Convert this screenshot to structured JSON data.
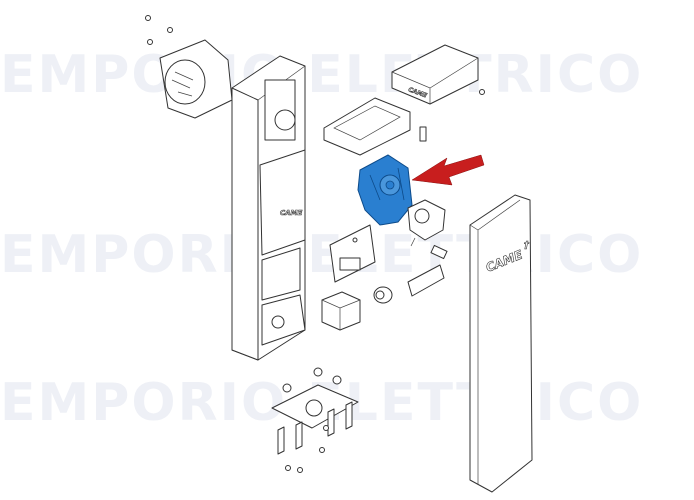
{
  "watermark": {
    "text": "EMPORIO ELETTRICO",
    "rows": 3,
    "color": "#eef0f6"
  },
  "brand_labels": {
    "cover": "CAME",
    "control_box": "CAME",
    "top_box": "CAME"
  },
  "highlight": {
    "part": "gearbox",
    "part_color": "#2a7fd0",
    "arrow_color": "#c81e1e",
    "arrow_icon": "arrow-left-down"
  }
}
